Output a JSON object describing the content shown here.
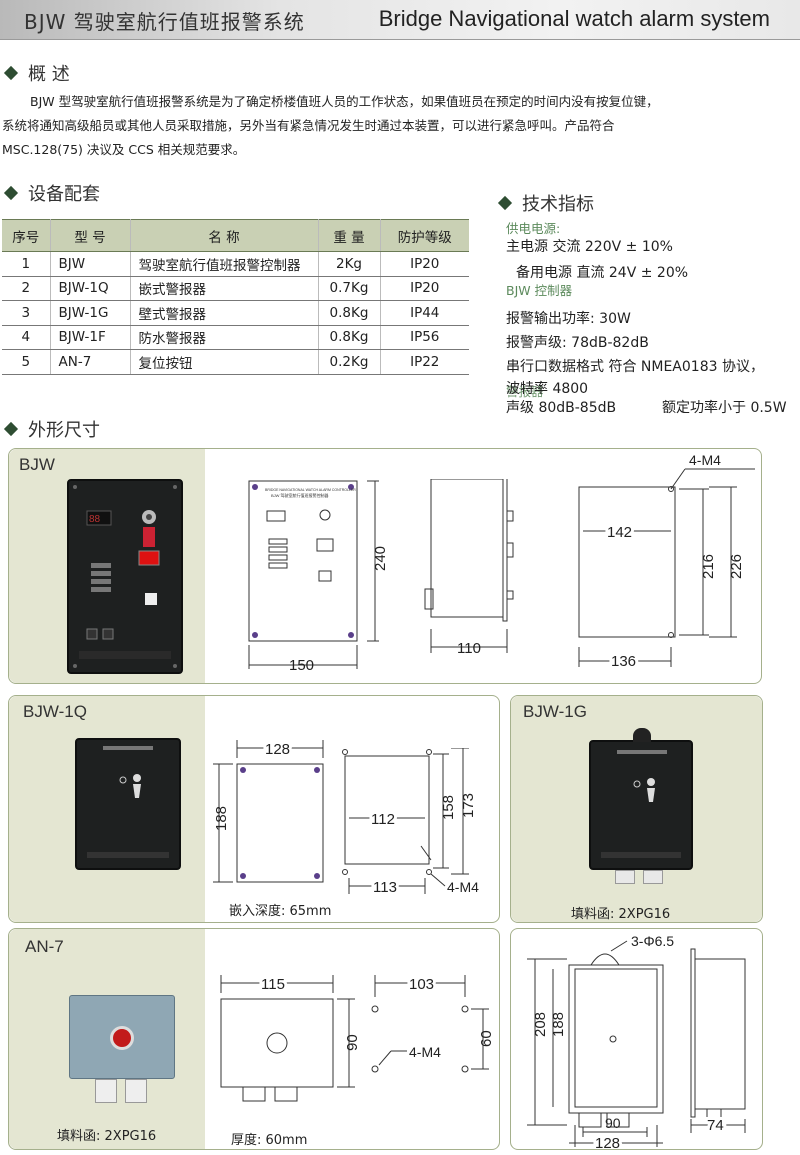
{
  "banner": {
    "title_cn": "BJW 驾驶室航行值班报警系统",
    "title_en": "Bridge Navigational watch alarm system"
  },
  "overview": {
    "title": "概 述",
    "lines": [
      "BJW 型驾驶室航行值班报警系统是为了确定桥楼值班人员的工作状态，如果值班员在预定的时间内没有按复位键，",
      "系统将通知高级船员或其他人员采取措施，另外当有紧急情况发生时通过本装置，可以进行紧急呼叫。产品符合",
      "MSC.128(75) 决议及 CCS 相关规范要求。"
    ]
  },
  "equipment": {
    "title": "设备配套",
    "headers": [
      "序号",
      "型 号",
      "名 称",
      "重 量",
      "防护等级"
    ],
    "rows": [
      [
        "1",
        "BJW",
        "驾驶室航行值班报警控制器",
        "2Kg",
        "IP20"
      ],
      [
        "2",
        "BJW-1Q",
        "嵌式警报器",
        "0.7Kg",
        "IP20"
      ],
      [
        "3",
        "BJW-1G",
        "壁式警报器",
        "0.8Kg",
        "IP44"
      ],
      [
        "4",
        "BJW-1F",
        "防水警报器",
        "0.8Kg",
        "IP56"
      ],
      [
        "5",
        "AN-7",
        "复位按钮",
        "0.2Kg",
        "IP22"
      ]
    ]
  },
  "tech": {
    "title": "技术指标",
    "power_heading": "供电电源:",
    "main_power": "主电源 交流 220V ± 10%",
    "backup_power": "备用电源 直流 24V ± 20%",
    "controller_heading": "BJW 控制器",
    "alarm_power": "报警输出功率: 30W",
    "alarm_sound": "报警声级: 78dB-82dB",
    "serial_format": "串行口数据格式 符合 NMEA0183 协议，",
    "baud": "波特率 4800",
    "alarm_heading": "警报器",
    "sound_level": "声级 80dB-85dB",
    "rated_power": "额定功率小于 0.5W"
  },
  "dimensions": {
    "title": "外形尺寸",
    "bjw": {
      "label": "BJW",
      "dev_title_en": "BRIDGE NAVIGATIONAL WATCH ALARM CONTROLLER",
      "dev_title_cn": "BJW 驾驶室航行值班报警控制器",
      "dim_width": "150",
      "dim_height": "240",
      "dim_depth": "110",
      "dim_hole_w": "142",
      "dim_hole_h": "216",
      "dim_outer_h": "226",
      "dim_bottom": "136",
      "dim_screw": "4-M4"
    },
    "bjw1q": {
      "label": "BJW-1Q",
      "dim_width": "128",
      "dim_height": "188",
      "dim_hole_w": "112",
      "dim_hole_h": "158",
      "dim_outer_h": "173",
      "dim_bottom": "113",
      "dim_screw": "4-M4",
      "caption": "嵌入深度: 65mm"
    },
    "bjw1g": {
      "label": "BJW-1G",
      "caption": "填料函: 2XPG16",
      "dim_hole": "3-Φ6.5",
      "dim_outer_h": "208",
      "dim_inner_h": "188",
      "dim_hole_w": "90",
      "dim_width": "128",
      "dim_depth": "74"
    },
    "an7": {
      "label": "AN-7",
      "caption_left": "填料函: 2XPG16",
      "caption_right": "厚度: 60mm",
      "dim_width": "115",
      "dim_height": "90",
      "dim_hole_w": "103",
      "dim_hole_h": "60",
      "dim_screw": "4-M4"
    }
  },
  "colors": {
    "section_diamond": "#2e4d32",
    "table_header": "#c9d0b4",
    "panel_photo_bg": "#e4e6d2",
    "panel_border": "#a5b08c",
    "tech_subheading": "#5c8a5c"
  }
}
